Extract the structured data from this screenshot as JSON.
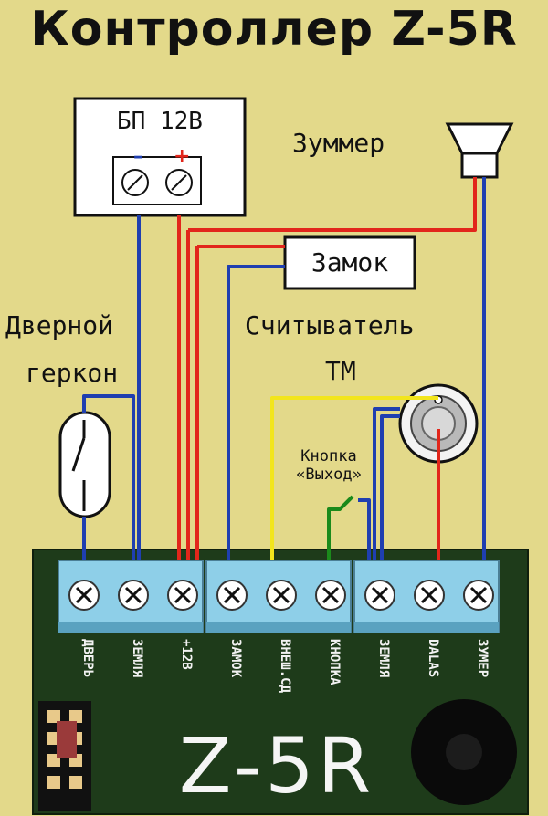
{
  "title": "Контроллер Z-5R",
  "power_supply": {
    "label": "БП 12В",
    "minus": "–",
    "plus": "+"
  },
  "buzzer_label": "Зуммер",
  "lock_label": "Замок",
  "reader_label_line1": "Считыватель",
  "reader_label_line2": "ТМ",
  "reed_label_line1": "Дверной",
  "reed_label_line2": "геркон",
  "exit_button_label": "Кнопка\n«Выход»",
  "terminals": [
    "ДВЕРЬ",
    "ЗЕМЛЯ",
    "+12В",
    "ЗАМОК",
    "ВНЕШ.СД",
    "КНОПКА",
    "ЗЕМЛЯ",
    "DALAS",
    "ЗУМЕР"
  ],
  "board_name": "Z-5R",
  "colors": {
    "background": "#e3d98a",
    "board": "#1e3b1a",
    "terminal_block": "#8ecfe8",
    "wire_blue": "#1f3fb0",
    "wire_red": "#e2261b",
    "wire_yellow": "#f2e51c",
    "wire_green": "#1b8a1b"
  }
}
